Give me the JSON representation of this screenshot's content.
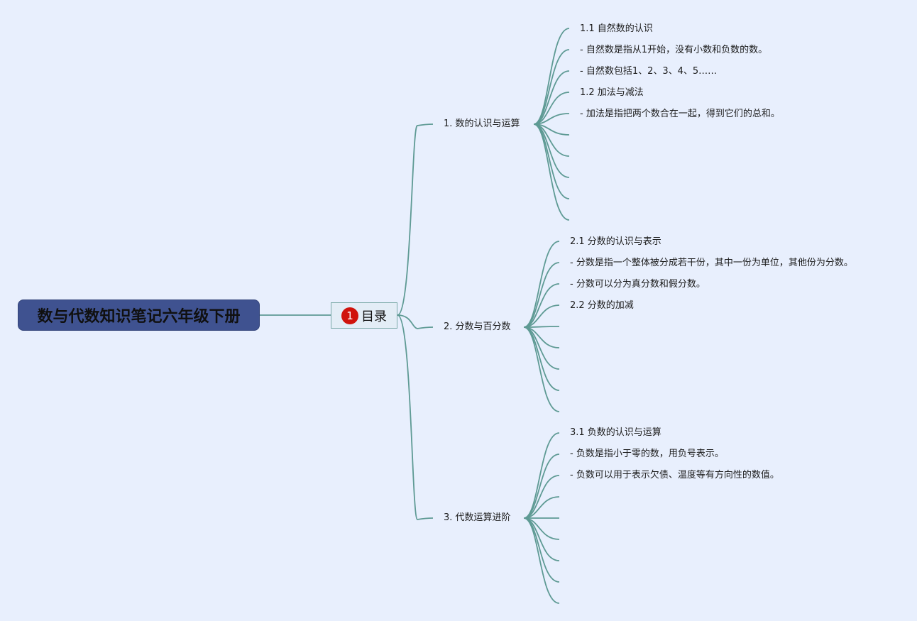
{
  "root": {
    "title": "数与代数知识笔记六年级下册"
  },
  "toc": {
    "badge": "1",
    "label": "目录"
  },
  "branches": [
    {
      "label": "1. 数的认识与运算",
      "children": [
        "1.1 自然数的认识",
        "- 自然数是指从1开始，没有小数和负数的数。",
        "- 自然数包括1、2、3、4、5……",
        "1.2 加法与减法",
        "- 加法是指把两个数合在一起，得到它们的总和。",
        "",
        "",
        "",
        "",
        ""
      ]
    },
    {
      "label": "2. 分数与百分数",
      "children": [
        "2.1 分数的认识与表示",
        "- 分数是指一个整体被分成若干份，其中一份为单位，其他份为分数。",
        "- 分数可以分为真分数和假分数。",
        "2.2 分数的加减",
        "",
        "",
        "",
        "",
        ""
      ]
    },
    {
      "label": "3. 代数运算进阶",
      "children": [
        "3.1 负数的认识与运算",
        "- 负数是指小于零的数，用负号表示。",
        "- 负数可以用于表示欠债、温度等有方向性的数值。",
        "",
        "",
        "",
        "",
        "",
        ""
      ]
    }
  ],
  "colors": {
    "line": "#5e9a94",
    "background": "#e8effd",
    "root": "#3f5290",
    "badge": "#d0130c"
  }
}
